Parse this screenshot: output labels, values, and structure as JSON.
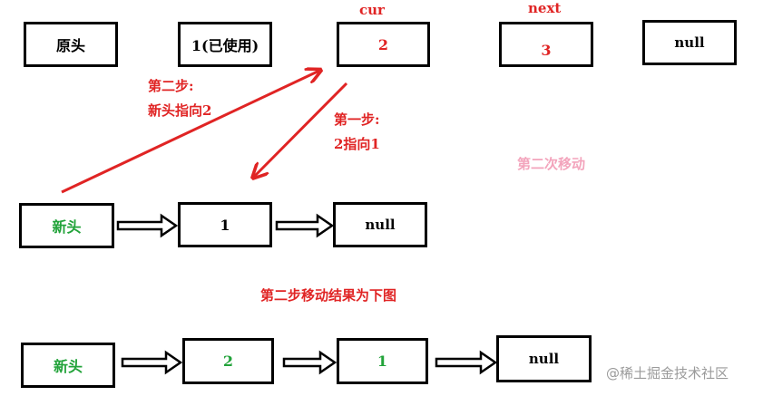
{
  "colors": {
    "red": "#e02424",
    "green": "#22a33a",
    "pink": "#f3a4bc",
    "black": "#000000"
  },
  "row1": {
    "nodes": [
      "原头",
      "1(已使用)",
      "2",
      "3",
      "null"
    ],
    "cur_label": "cur",
    "next_label": "next"
  },
  "annotations": {
    "step2_title": "第二步:",
    "step2_desc": "新头指向2",
    "step1_title": "第一步:",
    "step1_desc": "2指向1",
    "second_move": "第二次移动"
  },
  "row2": {
    "nodes": [
      "新头",
      "1",
      "null"
    ]
  },
  "caption": "第二步移动结果为下图",
  "row3": {
    "nodes": [
      "新头",
      "2",
      "1",
      "null"
    ]
  },
  "watermark": "@稀土掘金技术社区"
}
